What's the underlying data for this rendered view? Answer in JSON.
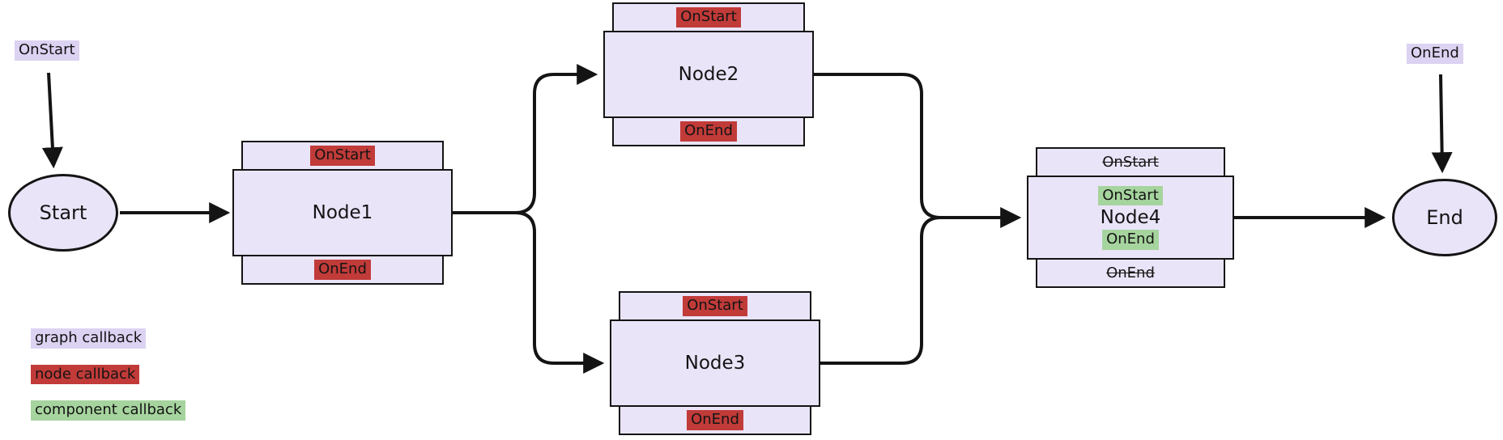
{
  "diagram": {
    "graph_callbacks": {
      "on_start": "OnStart",
      "on_end": "OnEnd"
    },
    "nodes": {
      "start": {
        "label": "Start"
      },
      "node1": {
        "name": "Node1",
        "on_start": "OnStart",
        "on_end": "OnEnd"
      },
      "node2": {
        "name": "Node2",
        "on_start": "OnStart",
        "on_end": "OnEnd"
      },
      "node3": {
        "name": "Node3",
        "on_start": "OnStart",
        "on_end": "OnEnd"
      },
      "node4": {
        "name": "Node4",
        "overridden_on_start": "OnStart",
        "overridden_on_end": "OnEnd",
        "component_on_start": "OnStart",
        "component_on_end": "OnEnd"
      },
      "end": {
        "label": "End"
      }
    },
    "legend": [
      {
        "label": "graph callback",
        "color": "#dcd2f2"
      },
      {
        "label": "node callback",
        "color": "#c13b39"
      },
      {
        "label": "component callback",
        "color": "#a6d49e"
      }
    ],
    "colors": {
      "node_fill": "#eae4f9",
      "graph_callback": "#dcd2f2",
      "node_callback": "#c13b39",
      "component_callback": "#a6d49e",
      "stroke": "#141414"
    }
  }
}
